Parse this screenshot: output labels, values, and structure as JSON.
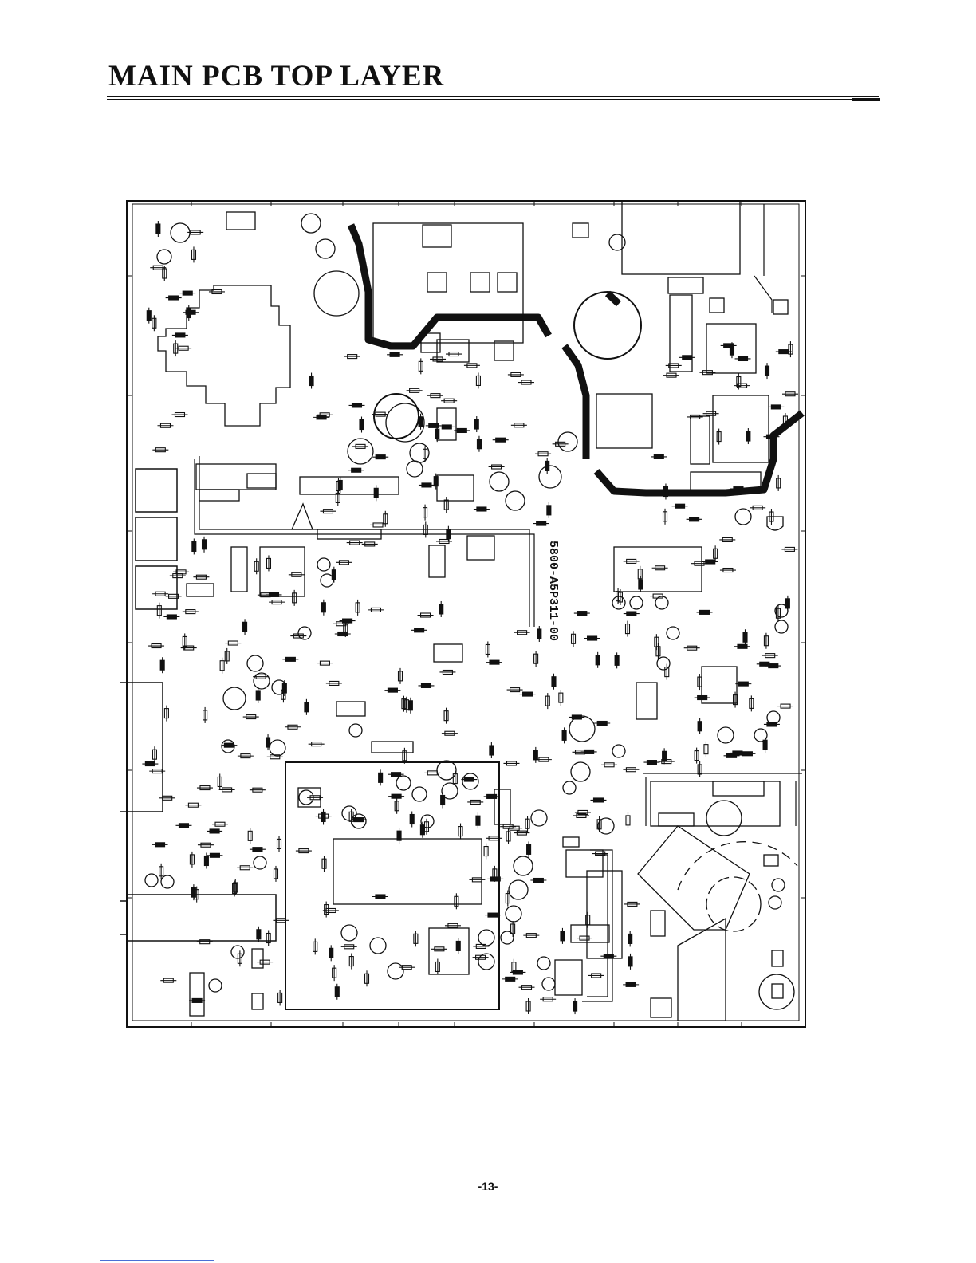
{
  "header": {
    "title": "MAIN PCB TOP LAYER"
  },
  "diagram": {
    "board_part_number": "5800-A5P311-00"
  },
  "footer": {
    "page_number": "-13-"
  }
}
